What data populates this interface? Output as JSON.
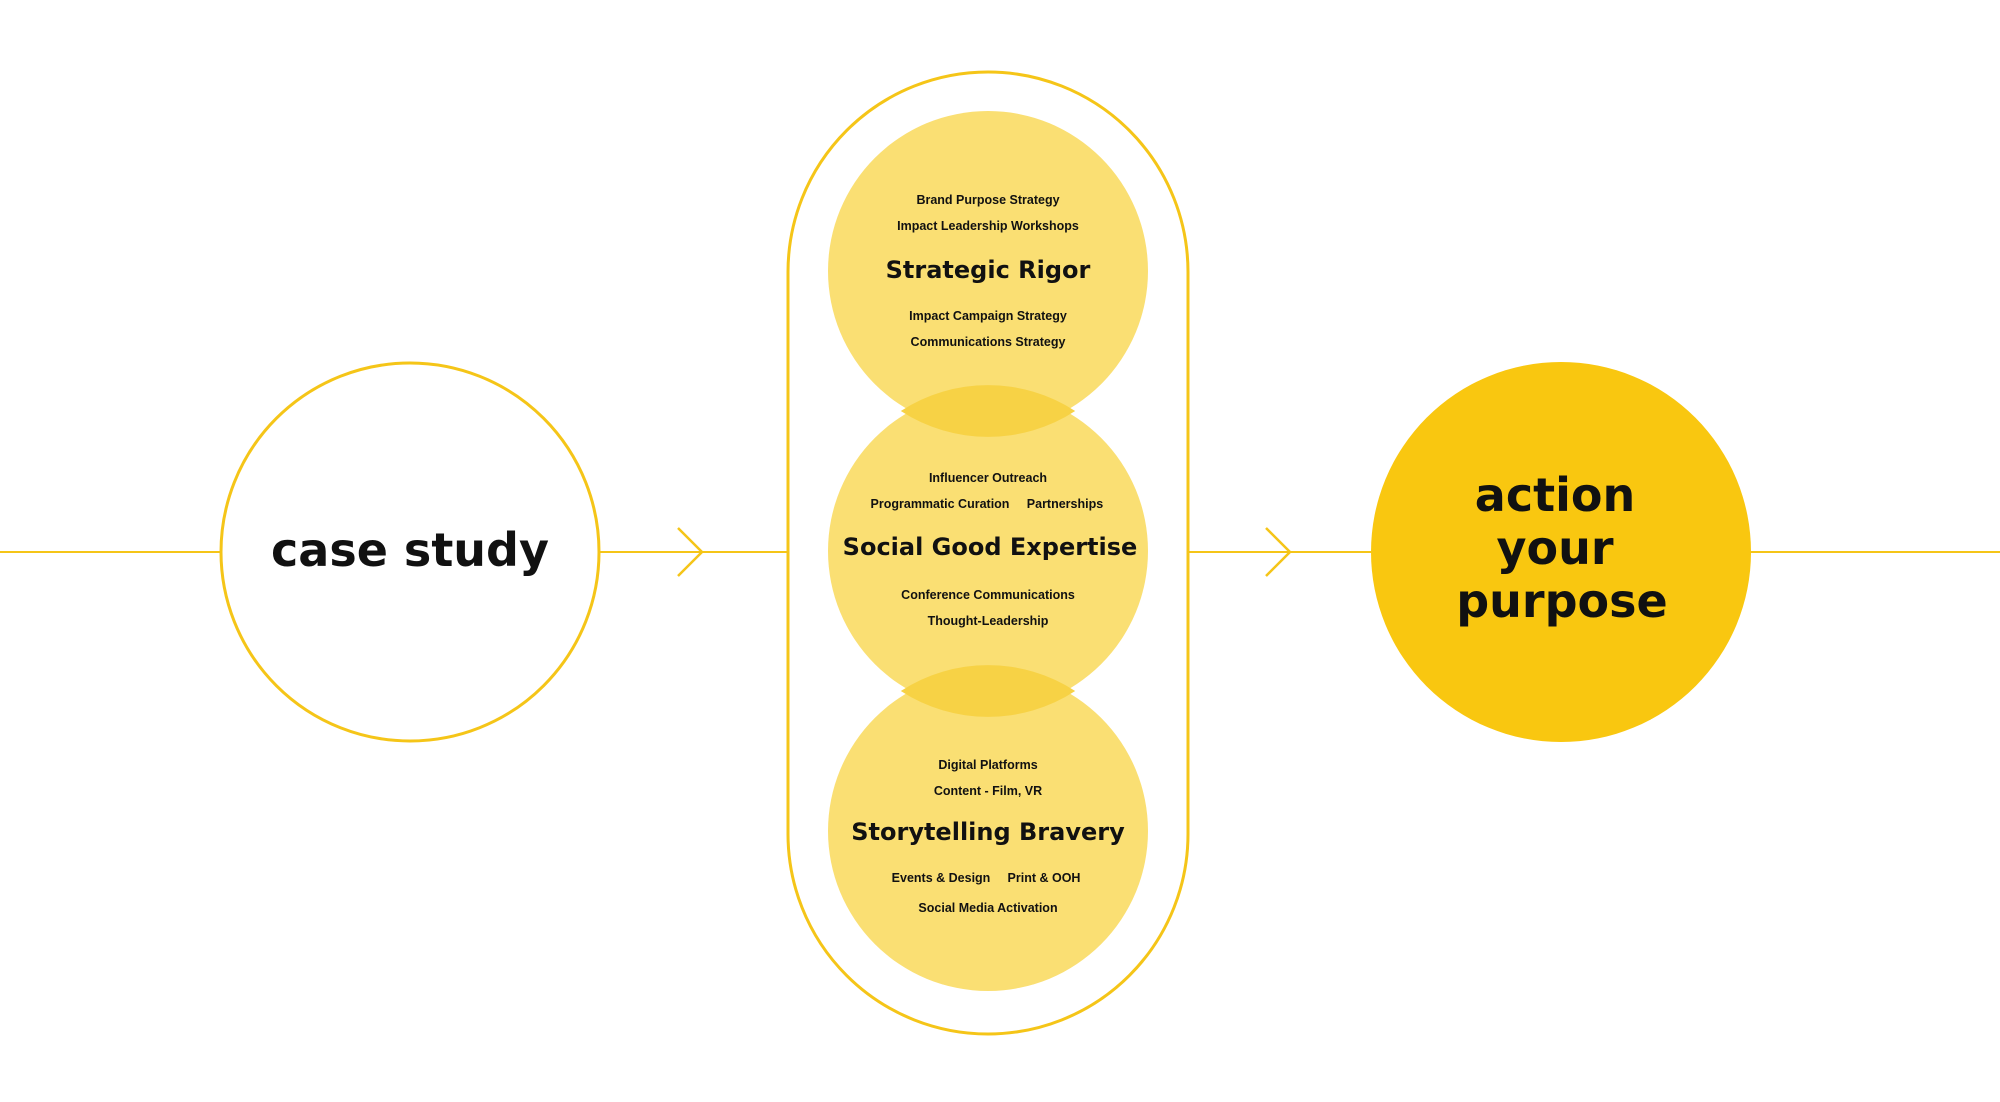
{
  "colors": {
    "line": "#f5c518",
    "bubble": "#fadf73",
    "bubble_overlap": "#f7d245",
    "outcome": "#f9c710",
    "text": "#111111"
  },
  "start": {
    "label": "case study"
  },
  "capsule": {
    "circles": [
      {
        "title": "Strategic Rigor",
        "top_items": [
          "Brand Purpose Strategy",
          "Impact Leadership Workshops"
        ],
        "bottom_items": [
          "Impact Campaign Strategy",
          "Communications Strategy"
        ]
      },
      {
        "title": "Social Good Expertise",
        "top_items": [
          "Influencer Outreach",
          "Programmatic Curation",
          "Partnerships"
        ],
        "bottom_items": [
          "Conference Communications",
          "Thought-Leadership"
        ]
      },
      {
        "title": "Storytelling Bravery",
        "top_items": [
          "Digital Platforms",
          "Content - Film, VR"
        ],
        "bottom_items": [
          "Events & Design",
          "Print & OOH",
          "Social Media Activation"
        ]
      }
    ]
  },
  "outcome": {
    "lines": [
      "action",
      "your",
      "purpose"
    ]
  }
}
